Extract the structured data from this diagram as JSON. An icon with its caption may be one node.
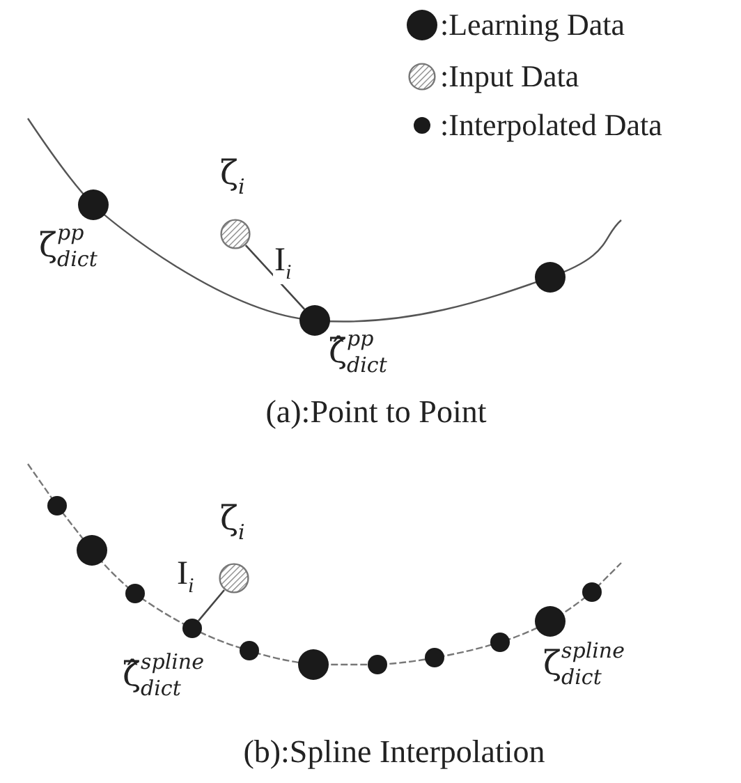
{
  "diagram": {
    "nodes": [
      {
        "text": [],
        "shape": "circle",
        "beside": [
          "ζ$^{pp}$$_{dict}$"
        ]
      },
      {
        "text": [],
        "shape": "circle",
        "beside": [
          "ζ$_{i}$"
        ]
      },
      {
        "text": [],
        "shape": "circle",
        "beside": [
          "ζ̂$^{pp}$$_{dict}$"
        ]
      },
      {
        "text": [],
        "shape": "circle"
      },
      {
        "text": [],
        "shape": "circle"
      },
      {
        "text": [],
        "shape": "circle"
      },
      {
        "text": [],
        "shape": "circle"
      },
      {
        "text": [],
        "shape": "circle",
        "beside": [
          "ζ̂$^{spline}$$_{dict}$"
        ]
      },
      {
        "text": [],
        "shape": "circle",
        "beside": [
          "ζ$_{i}$"
        ]
      },
      {
        "text": [],
        "shape": "circle"
      },
      {
        "text": [],
        "shape": "circle"
      },
      {
        "text": [],
        "shape": "circle"
      },
      {
        "text": [],
        "shape": "circle"
      },
      {
        "text": [],
        "shape": "circle"
      },
      {
        "text": [],
        "shape": "circle",
        "beside": [
          "ζ$^{spline}$$_{dict}$"
        ]
      },
      {
        "text": [],
        "shape": "circle"
      }
    ],
    "edges": [
      {
        "from": 1,
        "to": 2,
        "arrow": "none",
        "label": "I$_{i}$"
      },
      {
        "from": 8,
        "to": 7,
        "arrow": "none",
        "label": "I$_{i}$"
      }
    ],
    "labels": [
      "(a):Point to Point",
      "(b):Spline Interpolation"
    ],
    "legend": [
      {
        "text": ":Learning Data"
      },
      {
        "text": ":Input Data"
      },
      {
        "text": ":Interpolated Data"
      }
    ]
  }
}
